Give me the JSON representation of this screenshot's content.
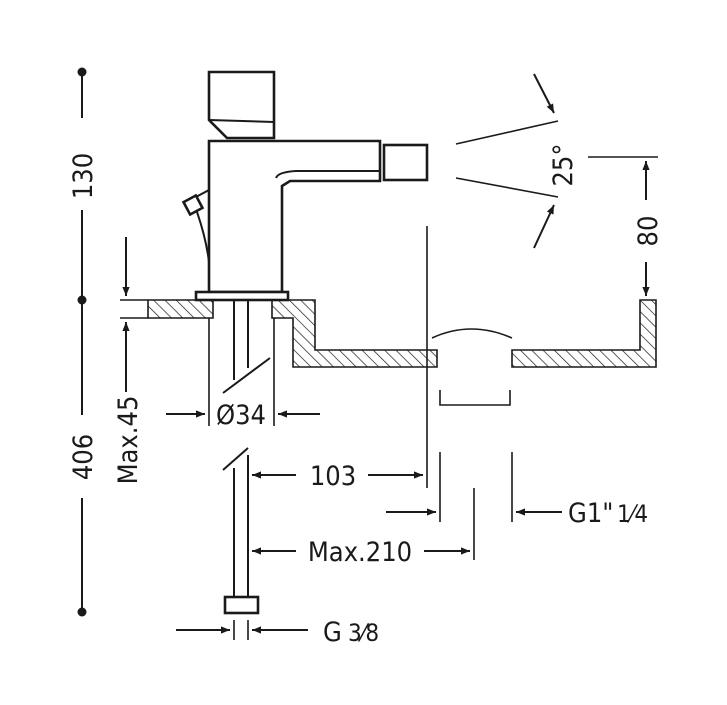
{
  "dimensions": {
    "height_upper": "130",
    "height_total": "406",
    "max_deck_thickness": "Max.45",
    "jet_angle": "25°",
    "spout_height": "80",
    "base_diameter": "Ø34",
    "spout_reach": "103",
    "max_distance": "Max.210",
    "waste_thread": "G1\"",
    "waste_thread_fraction": "1⁄4",
    "supply_thread": "G",
    "supply_thread_fraction": "3⁄8"
  },
  "colors": {
    "line": "#1a1a1a",
    "background": "#ffffff"
  }
}
